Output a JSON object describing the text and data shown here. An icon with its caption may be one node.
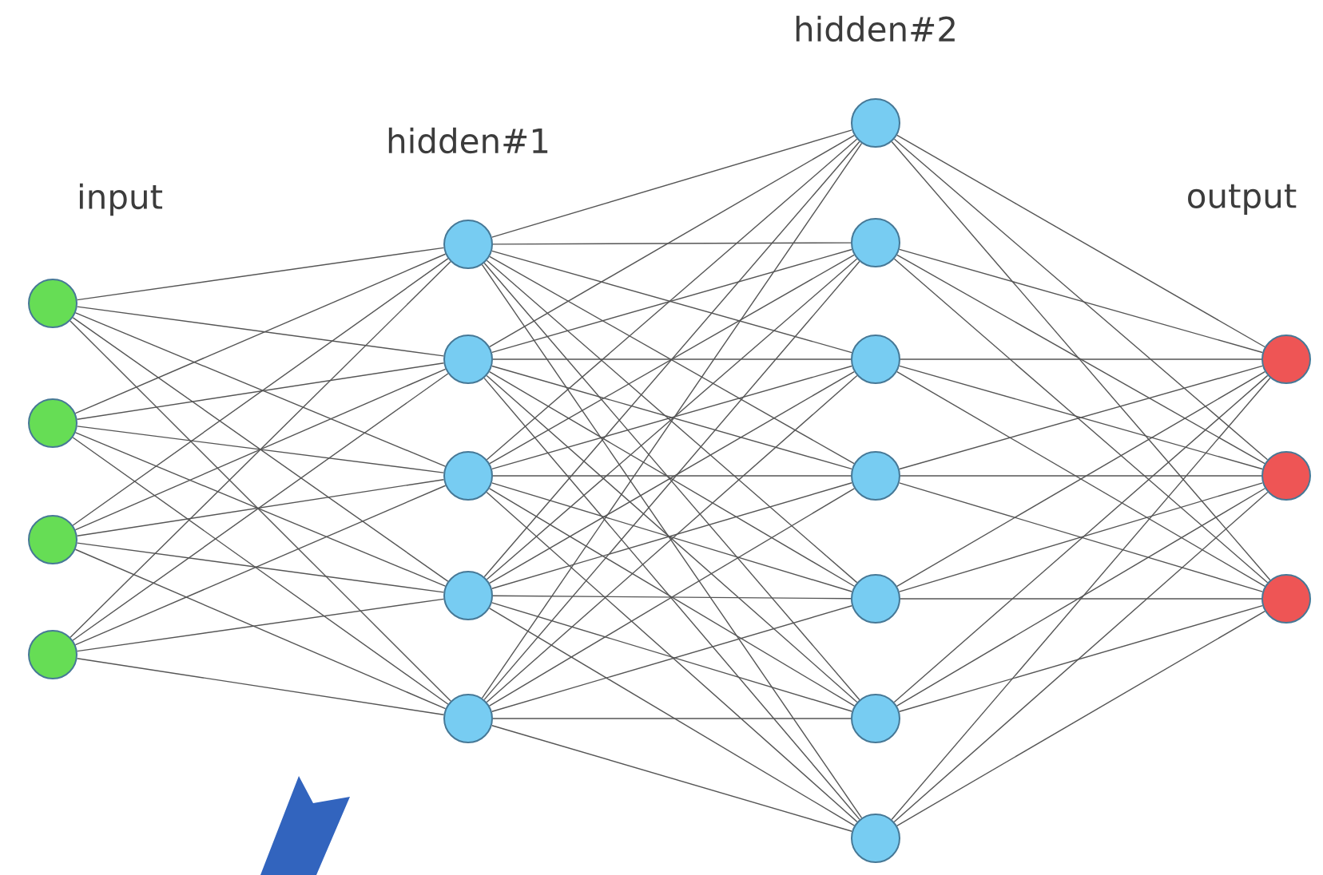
{
  "diagram": {
    "nodes": [
      {
        "text": [],
        "shape": "circle"
      },
      {
        "text": [],
        "shape": "circle"
      },
      {
        "text": [],
        "shape": "circle"
      },
      {
        "text": [],
        "shape": "circle"
      },
      {
        "text": [],
        "shape": "circle"
      },
      {
        "text": [],
        "shape": "circle"
      },
      {
        "text": [],
        "shape": "circle"
      },
      {
        "text": [],
        "shape": "circle"
      },
      {
        "text": [],
        "shape": "circle"
      },
      {
        "text": [],
        "shape": "circle"
      },
      {
        "text": [],
        "shape": "circle"
      },
      {
        "text": [],
        "shape": "circle"
      },
      {
        "text": [],
        "shape": "circle"
      },
      {
        "text": [],
        "shape": "circle"
      },
      {
        "text": [],
        "shape": "circle"
      },
      {
        "text": [],
        "shape": "circle"
      },
      {
        "text": [],
        "shape": "circle"
      },
      {
        "text": [],
        "shape": "circle"
      },
      {
        "text": [],
        "shape": "circle"
      }
    ],
    "edges": [
      {
        "from": 0,
        "to": 4,
        "arrow": "none"
      },
      {
        "from": 0,
        "to": 5,
        "arrow": "none"
      },
      {
        "from": 0,
        "to": 6,
        "arrow": "none"
      },
      {
        "from": 0,
        "to": 7,
        "arrow": "none"
      },
      {
        "from": 0,
        "to": 8,
        "arrow": "none"
      },
      {
        "from": 1,
        "to": 4,
        "arrow": "none"
      },
      {
        "from": 1,
        "to": 5,
        "arrow": "none"
      },
      {
        "from": 1,
        "to": 6,
        "arrow": "none"
      },
      {
        "from": 1,
        "to": 7,
        "arrow": "none"
      },
      {
        "from": 1,
        "to": 8,
        "arrow": "none"
      },
      {
        "from": 2,
        "to": 4,
        "arrow": "none"
      },
      {
        "from": 2,
        "to": 5,
        "arrow": "none"
      },
      {
        "from": 2,
        "to": 6,
        "arrow": "none"
      },
      {
        "from": 2,
        "to": 7,
        "arrow": "none"
      },
      {
        "from": 2,
        "to": 8,
        "arrow": "none"
      },
      {
        "from": 3,
        "to": 4,
        "arrow": "none"
      },
      {
        "from": 3,
        "to": 5,
        "arrow": "none"
      },
      {
        "from": 3,
        "to": 6,
        "arrow": "none"
      },
      {
        "from": 3,
        "to": 7,
        "arrow": "none"
      },
      {
        "from": 3,
        "to": 8,
        "arrow": "none"
      },
      {
        "from": 4,
        "to": 9,
        "arrow": "none"
      },
      {
        "from": 4,
        "to": 10,
        "arrow": "none"
      },
      {
        "from": 4,
        "to": 11,
        "arrow": "none"
      },
      {
        "from": 4,
        "to": 12,
        "arrow": "none"
      },
      {
        "from": 4,
        "to": 13,
        "arrow": "none"
      },
      {
        "from": 4,
        "to": 14,
        "arrow": "none"
      },
      {
        "from": 4,
        "to": 15,
        "arrow": "none"
      },
      {
        "from": 5,
        "to": 9,
        "arrow": "none"
      },
      {
        "from": 5,
        "to": 10,
        "arrow": "none"
      },
      {
        "from": 5,
        "to": 11,
        "arrow": "none"
      },
      {
        "from": 5,
        "to": 12,
        "arrow": "none"
      },
      {
        "from": 5,
        "to": 13,
        "arrow": "none"
      },
      {
        "from": 5,
        "to": 14,
        "arrow": "none"
      },
      {
        "from": 5,
        "to": 15,
        "arrow": "none"
      },
      {
        "from": 6,
        "to": 9,
        "arrow": "none"
      },
      {
        "from": 6,
        "to": 10,
        "arrow": "none"
      },
      {
        "from": 6,
        "to": 11,
        "arrow": "none"
      },
      {
        "from": 6,
        "to": 12,
        "arrow": "none"
      },
      {
        "from": 6,
        "to": 13,
        "arrow": "none"
      },
      {
        "from": 6,
        "to": 14,
        "arrow": "none"
      },
      {
        "from": 6,
        "to": 15,
        "arrow": "none"
      },
      {
        "from": 7,
        "to": 9,
        "arrow": "none"
      },
      {
        "from": 7,
        "to": 10,
        "arrow": "none"
      },
      {
        "from": 7,
        "to": 11,
        "arrow": "none"
      },
      {
        "from": 7,
        "to": 12,
        "arrow": "none"
      },
      {
        "from": 7,
        "to": 13,
        "arrow": "none"
      },
      {
        "from": 7,
        "to": 14,
        "arrow": "none"
      },
      {
        "from": 7,
        "to": 15,
        "arrow": "none"
      },
      {
        "from": 8,
        "to": 9,
        "arrow": "none"
      },
      {
        "from": 8,
        "to": 10,
        "arrow": "none"
      },
      {
        "from": 8,
        "to": 11,
        "arrow": "none"
      },
      {
        "from": 8,
        "to": 12,
        "arrow": "none"
      },
      {
        "from": 8,
        "to": 13,
        "arrow": "none"
      },
      {
        "from": 8,
        "to": 14,
        "arrow": "none"
      },
      {
        "from": 8,
        "to": 15,
        "arrow": "none"
      },
      {
        "from": 9,
        "to": 16,
        "arrow": "none"
      },
      {
        "from": 9,
        "to": 17,
        "arrow": "none"
      },
      {
        "from": 9,
        "to": 18,
        "arrow": "none"
      },
      {
        "from": 10,
        "to": 16,
        "arrow": "none"
      },
      {
        "from": 10,
        "to": 17,
        "arrow": "none"
      },
      {
        "from": 10,
        "to": 18,
        "arrow": "none"
      },
      {
        "from": 11,
        "to": 16,
        "arrow": "none"
      },
      {
        "from": 11,
        "to": 17,
        "arrow": "none"
      },
      {
        "from": 11,
        "to": 18,
        "arrow": "none"
      },
      {
        "from": 12,
        "to": 16,
        "arrow": "none"
      },
      {
        "from": 12,
        "to": 17,
        "arrow": "none"
      },
      {
        "from": 12,
        "to": 18,
        "arrow": "none"
      },
      {
        "from": 13,
        "to": 16,
        "arrow": "none"
      },
      {
        "from": 13,
        "to": 17,
        "arrow": "none"
      },
      {
        "from": 13,
        "to": 18,
        "arrow": "none"
      },
      {
        "from": 14,
        "to": 16,
        "arrow": "none"
      },
      {
        "from": 14,
        "to": 17,
        "arrow": "none"
      },
      {
        "from": 14,
        "to": 18,
        "arrow": "none"
      },
      {
        "from": 15,
        "to": 16,
        "arrow": "none"
      },
      {
        "from": 15,
        "to": 17,
        "arrow": "none"
      },
      {
        "from": 15,
        "to": 18,
        "arrow": "none"
      }
    ],
    "labels": [
      "input",
      "hidden#1",
      "hidden#2",
      "output"
    ]
  }
}
